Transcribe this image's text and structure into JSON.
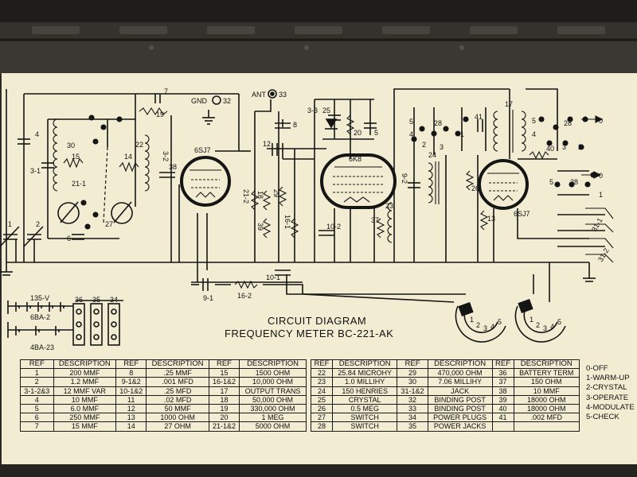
{
  "diagram": {
    "title": "CIRCUIT DIAGRAM",
    "subtitle": "FREQUENCY METER BC-221-AK",
    "labels": {
      "gnd": "GND",
      "gnd_num": "32",
      "ant": "ANT",
      "ant_num": "33",
      "tube1": "6SJ7",
      "tube2": "6K8",
      "tube3": "6SJ7",
      "c4": "4",
      "r30": "30",
      "r15": "15",
      "c31": "3-1",
      "l211": "21-1",
      "c6": "6",
      "c1": "1",
      "c2": "2",
      "c7": "7",
      "r19": "19",
      "r14": "14",
      "l22": "22",
      "c32": "3-2",
      "c38": "38",
      "r27": "27",
      "c8": "8",
      "c12": "12",
      "r212": "21-2",
      "r18": "18",
      "r29": "29",
      "r39": "39",
      "r161": "16-1",
      "c102": "10-2",
      "c33": "3-3",
      "d25": "25",
      "r20": "20",
      "c5a": "5",
      "r37": "37",
      "l23": "23",
      "c92": "9-2",
      "l24": "24",
      "r26": "26",
      "c41": "41",
      "l17": "17",
      "r13": "13",
      "r40": "40",
      "s5a": "5",
      "s4a": "4",
      "s28a": "28",
      "s2a": "2",
      "s3a": "3",
      "s1a": "1",
      "s5b": "5",
      "s28b": "28",
      "s0b": "0",
      "s3b": "3",
      "s2b": "2",
      "s4b": "4",
      "s5c": "5",
      "s28c": "28",
      "s0c": "0",
      "s1c": "1",
      "c91": "9-1",
      "r162": "16-2",
      "c101": "10-1",
      "b135": "135-V",
      "b6ba2": "6BA-2",
      "b4ba23": "4BA-23",
      "t36": "36",
      "t35": "35",
      "t34": "34",
      "j311": "31-1",
      "j312": "31-2",
      "dial": [
        "1",
        "2",
        "3",
        "4",
        "5"
      ]
    }
  },
  "parts_table_left": {
    "headers": [
      "REF",
      "DESCRIPTION",
      "REF",
      "DESCRIPTION",
      "REF",
      "DESCRIPTION"
    ],
    "rows": [
      [
        "1",
        "200 MMF",
        "8",
        ".25 MMF",
        "15",
        "1500 OHM"
      ],
      [
        "2",
        "1.2 MMF",
        "9-1&2",
        ".001 MFD",
        "16-1&2",
        "10,000 OHM"
      ],
      [
        "3-1-2&3",
        "12 MMF VAR",
        "10-1&2",
        ".25 MFD",
        "17",
        "OUTPUT TRANS"
      ],
      [
        "4",
        "10 MMF",
        "11",
        ".02 MFD",
        "18",
        "50,000 OHM"
      ],
      [
        "5",
        "6.0 MMF",
        "12",
        "50 MMF",
        "19",
        "330,000 OHM"
      ],
      [
        "6",
        "250 MMF",
        "13",
        "1000 OHM",
        "20",
        "1 MEG"
      ],
      [
        "7",
        "15 MMF",
        "14",
        "27 OHM",
        "21-1&2",
        "5000 OHM"
      ]
    ]
  },
  "parts_table_right": {
    "headers": [
      "REF",
      "DESCRIPTION",
      "REF",
      "DESCRIPTION",
      "REF",
      "DESCRIPTION"
    ],
    "rows": [
      [
        "22",
        "25.84 MICROHY",
        "29",
        "470,000 OHM",
        "36",
        "BATTERY TERM"
      ],
      [
        "23",
        "1.0 MILLIHY",
        "30",
        "7.06 MILLIHY",
        "37",
        "150 OHM"
      ],
      [
        "24",
        "150 HENRIES",
        "31-1&2",
        "JACK",
        "38",
        "10 MMF"
      ],
      [
        "25",
        "CRYSTAL",
        "32",
        "BINDING POST",
        "39",
        "18000 OHM"
      ],
      [
        "26",
        "0.5 MEG",
        "33",
        "BINDING POST",
        "40",
        "18000 OHM"
      ],
      [
        "27",
        "SWITCH",
        "34",
        "POWER PLUGS",
        "41",
        ".002 MFD"
      ],
      [
        "28",
        "SWITCH",
        "35",
        "POWER JACKS",
        "",
        ""
      ]
    ]
  },
  "switch_legend": [
    "0-OFF",
    "1-WARM-UP",
    "2-CRYSTAL",
    "3-OPERATE",
    "4-MODULATE",
    "5-CHECK"
  ],
  "colors": {
    "plate": "#f1ecd2",
    "ink": "#151515",
    "case": "#2b2a26"
  }
}
